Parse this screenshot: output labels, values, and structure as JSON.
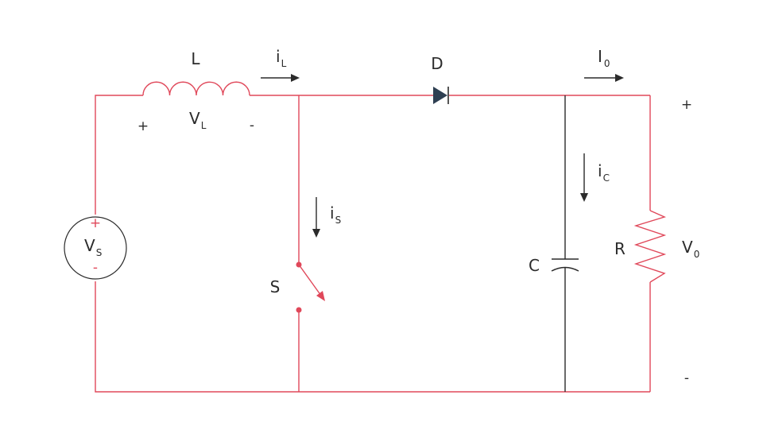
{
  "labels": {
    "inductor": "L",
    "inductor_current": "i",
    "inductor_current_sub": "L",
    "diode": "D",
    "output_current": "I",
    "output_current_sub": "0",
    "inductor_voltage": "V",
    "inductor_voltage_sub": "L",
    "inductor_plus": "+",
    "inductor_minus": "-",
    "output_plus": "+",
    "output_minus": "-",
    "capacitor_current": "i",
    "capacitor_current_sub": "C",
    "switch_current": "i",
    "switch_current_sub": "S",
    "source": "V",
    "source_sub": "S",
    "source_plus": "+",
    "source_minus": "-",
    "switch": "S",
    "capacitor": "C",
    "resistor": "R",
    "output_voltage": "V",
    "output_voltage_sub": "0"
  },
  "colors": {
    "wire_red": "#e0485a",
    "wire_dark": "#2b2b2b",
    "diode_fill": "#2e3f52"
  }
}
